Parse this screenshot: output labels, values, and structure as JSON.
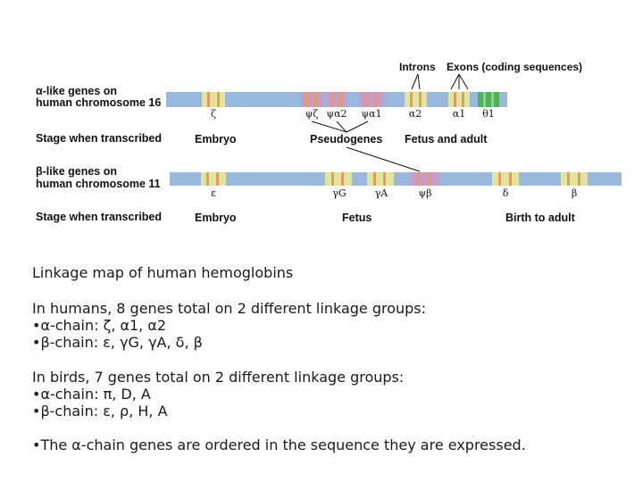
{
  "figure": {
    "alpha": {
      "label_line1": "α-like genes on",
      "label_line2": "human chromosome 16",
      "stage_label": "Stage when transcribed",
      "genes": [
        "ζ",
        "ψζ",
        "ψα2",
        "ψα1",
        "α2",
        "α1",
        "θ1"
      ],
      "stages": [
        "Embryo",
        "Fetus and adult"
      ]
    },
    "beta": {
      "label_line1": "β-like genes on",
      "label_line2": "human chromosome 11",
      "stage_label": "Stage when transcribed",
      "genes": [
        "ε",
        "γG",
        "γA",
        "ψβ",
        "δ",
        "β"
      ],
      "stages": [
        "Embryo",
        "Fetus",
        "Birth to adult"
      ]
    },
    "callouts": {
      "introns": "Introns",
      "exons": "Exons (coding sequences)",
      "pseudogenes": "Pseudogenes"
    },
    "colors": {
      "chromosome": "#9ab8dc",
      "gene": "#dfe59a",
      "pseudogene": "#c89cc4",
      "intron": "#e39a66",
      "theta_gene": "#4fb05a"
    }
  },
  "text": {
    "caption": "Linkage map of human hemoglobins",
    "humans": {
      "intro": "In humans, 8 genes total on 2 different linkage groups:",
      "alpha_line": "•α-chain: ζ, α1, α2",
      "beta_line": "•β-chain: ε, γG, γA, δ, β"
    },
    "birds": {
      "intro": "In birds, 7 genes total on 2 different linkage groups:",
      "alpha_line": "•α-chain: π, D, A",
      "beta_line": "•β-chain: ε, ρ, H, A"
    },
    "conclusion": "•The α-chain genes are ordered in the sequence they are expressed."
  }
}
